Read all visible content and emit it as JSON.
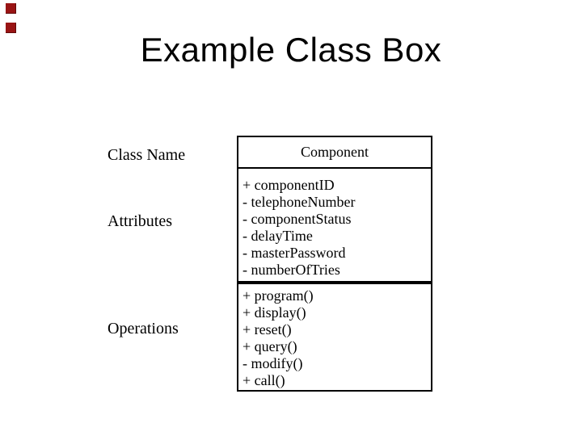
{
  "slide": {
    "title": "Example Class Box",
    "accent_color": "#991414",
    "side_labels": {
      "class_name": "Class Name",
      "attributes": "Attributes",
      "operations": "Operations"
    },
    "class_box": {
      "name": "Component",
      "attributes": [
        "+ componentID",
        "- telephoneNumber",
        "- componentStatus",
        "- delayTime",
        "- masterPassword",
        "- numberOfTries"
      ],
      "operations": [
        "+ program()",
        "+ display()",
        "+ reset()",
        "+ query()",
        "- modify()",
        "+ call()"
      ]
    }
  }
}
